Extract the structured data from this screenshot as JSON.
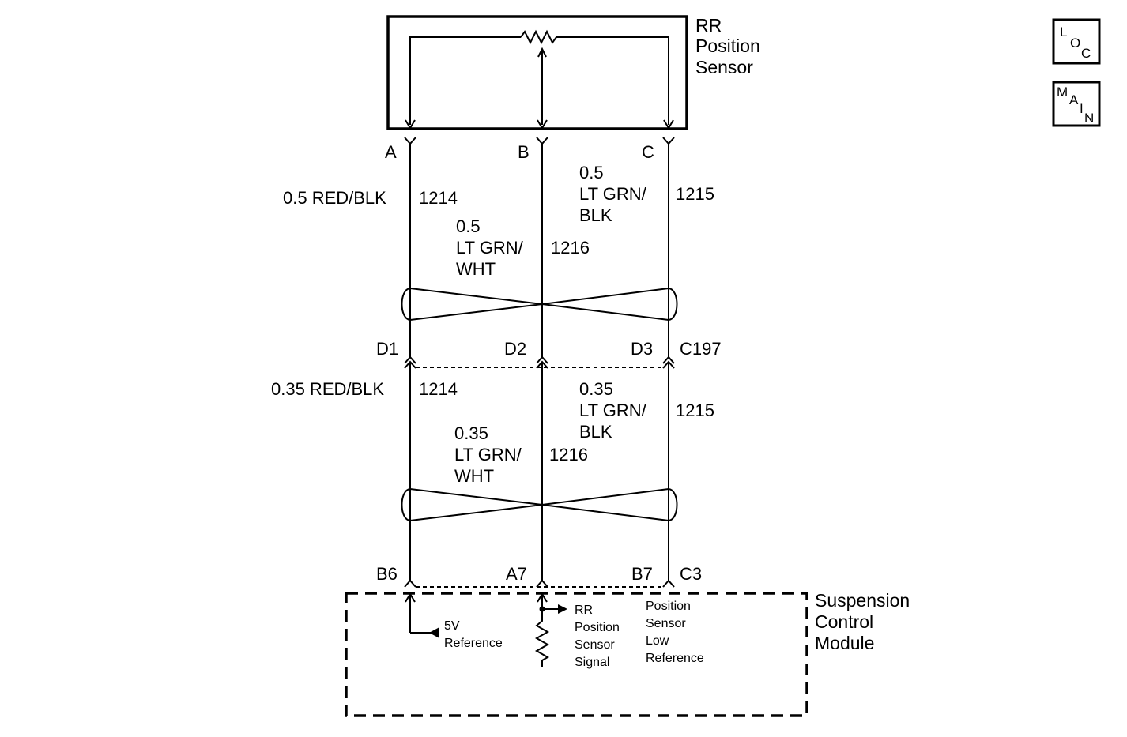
{
  "sensor": {
    "title_lines": [
      "RR",
      "Position",
      "Sensor"
    ],
    "pins": [
      "A",
      "B",
      "C"
    ]
  },
  "wires_upper": [
    {
      "gauge_color": "0.5 RED/BLK",
      "circuit": "1214"
    },
    {
      "gauge_color_lines": [
        "0.5",
        "LT GRN/",
        "WHT"
      ],
      "circuit": "1216"
    },
    {
      "gauge_color_lines": [
        "0.5",
        "LT GRN/",
        "BLK"
      ],
      "circuit": "1215"
    }
  ],
  "connector_c197": {
    "name": "C197",
    "pins": [
      "D1",
      "D2",
      "D3"
    ]
  },
  "wires_lower": [
    {
      "gauge_color": "0.35 RED/BLK",
      "circuit": "1214"
    },
    {
      "gauge_color_lines": [
        "0.35",
        "LT GRN/",
        "WHT"
      ],
      "circuit": "1216"
    },
    {
      "gauge_color_lines": [
        "0.35",
        "LT GRN/",
        "BLK"
      ],
      "circuit": "1215"
    }
  ],
  "module_connector": {
    "name": "C3",
    "pins": [
      "B6",
      "A7",
      "B7"
    ]
  },
  "module": {
    "title_lines": [
      "Suspension",
      "Control",
      "Module"
    ],
    "internal_labels": {
      "reference": [
        "5V",
        "Reference"
      ],
      "signal": [
        "RR",
        "Position",
        "Sensor",
        "Signal"
      ],
      "low_ref": [
        "Position",
        "Sensor",
        "Low",
        "Reference"
      ]
    }
  },
  "nav_buttons": {
    "loc": [
      "L",
      "O",
      "C"
    ],
    "main": [
      "M",
      "A",
      "I",
      "N"
    ]
  }
}
